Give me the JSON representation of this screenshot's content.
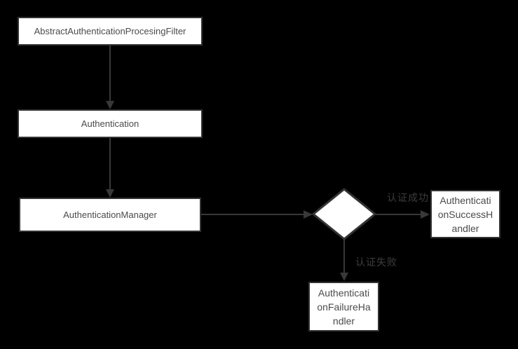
{
  "theme": {
    "bg": "#000000",
    "node_fill": "#ffffff",
    "node_border": "#333333",
    "node_text": "#4b4b4b",
    "edge_color": "#383838",
    "edge_label_color": "#3d3d3d"
  },
  "diagram": {
    "type": "flowchart",
    "topic": "authentication-flow",
    "nodes": {
      "filter": {
        "shape": "rect",
        "label": "AbstractAuthenticationProcesingFilter"
      },
      "authentication": {
        "shape": "rect",
        "label": "Authentication"
      },
      "manager": {
        "shape": "rect",
        "label": "AuthenticationManager"
      },
      "decision": {
        "shape": "diamond",
        "label": ""
      },
      "success_handler": {
        "shape": "rect",
        "label": "AuthenticationSuccessHandler",
        "lines": [
          "Authenticati",
          "onSuccessH",
          "andler"
        ]
      },
      "failure_handler": {
        "shape": "rect",
        "label": "AuthenticationFailureHandler",
        "lines": [
          "Authenticati",
          "onFailureHa",
          "ndler"
        ]
      }
    },
    "edges": [
      {
        "from": "filter",
        "to": "authentication",
        "label": ""
      },
      {
        "from": "authentication",
        "to": "manager",
        "label": ""
      },
      {
        "from": "manager",
        "to": "decision",
        "label": ""
      },
      {
        "from": "decision",
        "to": "success_handler",
        "label": "认证成功"
      },
      {
        "from": "decision",
        "to": "failure_handler",
        "label": "认证失败"
      }
    ]
  }
}
